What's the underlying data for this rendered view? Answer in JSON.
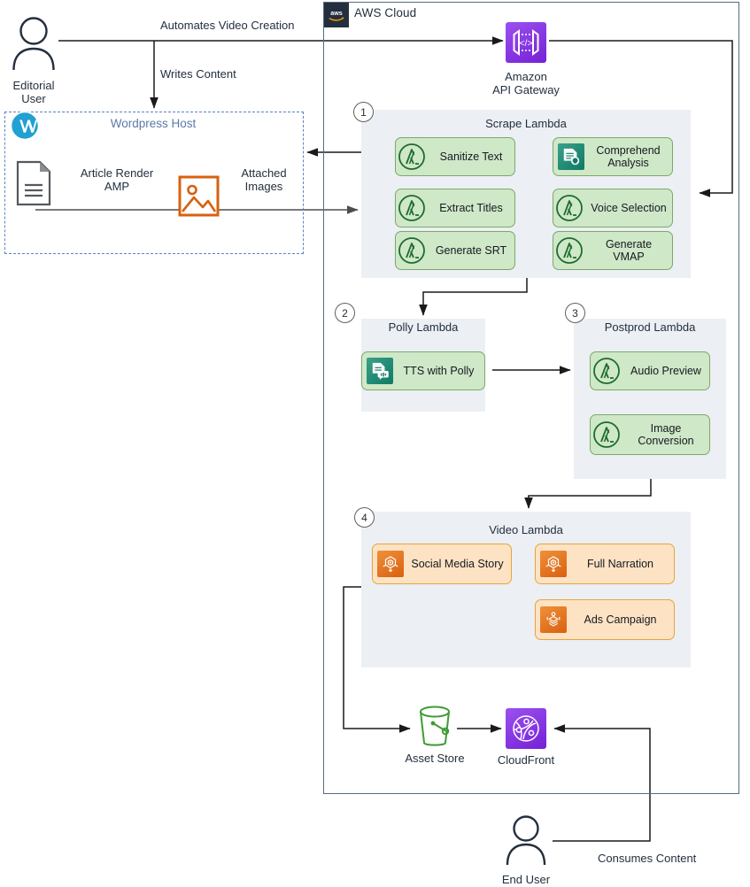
{
  "diagram": {
    "title": "AWS Cloud",
    "cloud_label": "AWS Cloud",
    "aws_badge": "aws-logo"
  },
  "actors": {
    "editorial_user": {
      "label": "Editorial User",
      "icon": "user-icon"
    },
    "end_user": {
      "label": "End User",
      "icon": "user-icon"
    }
  },
  "edge_labels": {
    "automates": "Automates Video Creation",
    "writes": "Writes Content",
    "consumes": "Consumes Content"
  },
  "wordpress": {
    "title": "Wordpress Host",
    "logo": "wordpress-icon",
    "items": [
      {
        "label": "Article Render\nAMP",
        "line1": "Article Render",
        "line2": "AMP",
        "icon": "document-icon"
      },
      {
        "label": "Attached\nImages",
        "line1": "Attached",
        "line2": "Images",
        "icon": "image-icon"
      }
    ]
  },
  "services": {
    "api_gateway": {
      "line1": "Amazon",
      "line2": "API Gateway",
      "icon": "api-gateway-icon",
      "color": "#8c3ae8"
    },
    "asset_store": {
      "label": "Asset Store",
      "icon": "s3-bucket-icon",
      "color": "#3f9c35"
    },
    "cloudfront": {
      "label": "CloudFront",
      "icon": "cloudfront-icon",
      "color": "#8c3ae8"
    }
  },
  "groups": [
    {
      "step": "1",
      "title": "Scrape Lambda",
      "items": [
        {
          "label": "Sanitize Text",
          "icon": "lambda-icon",
          "style": "green-circle"
        },
        {
          "label": "Comprehend\nAnalysis",
          "line1": "Comprehend",
          "line2": "Analysis",
          "icon": "comprehend-icon",
          "style": "teal-square"
        },
        {
          "label": "Extract Titles",
          "icon": "lambda-icon",
          "style": "green-circle"
        },
        {
          "label": "Voice Selection",
          "icon": "lambda-icon",
          "style": "green-circle"
        },
        {
          "label": "Generate SRT",
          "icon": "lambda-icon",
          "style": "green-circle"
        },
        {
          "label": "Generate VMAP",
          "icon": "lambda-icon",
          "style": "green-circle"
        }
      ]
    },
    {
      "step": "2",
      "title": "Polly Lambda",
      "items": [
        {
          "label": "TTS with Polly",
          "icon": "polly-icon",
          "style": "teal-square"
        }
      ]
    },
    {
      "step": "3",
      "title": "Postprod Lambda",
      "items": [
        {
          "label": "Audio Preview",
          "icon": "lambda-icon",
          "style": "green-circle"
        },
        {
          "label": "Image\nConversion",
          "line1": "Image",
          "line2": "Conversion",
          "icon": "lambda-icon",
          "style": "green-circle"
        }
      ]
    },
    {
      "step": "4",
      "title": "Video Lambda",
      "items": [
        {
          "label": "Social Media Story",
          "icon": "elemental-mediaconvert-icon",
          "style": "orange-square"
        },
        {
          "label": "Full Narration",
          "icon": "elemental-mediaconvert-icon",
          "style": "orange-square"
        },
        {
          "label": "Ads Campaign",
          "icon": "elemental-mediatailor-icon",
          "style": "orange-square"
        }
      ]
    }
  ],
  "colors": {
    "lambda_green": "#7aaa6a",
    "lambda_fill": "#cfe8c8",
    "media_orange": "#e8a33d",
    "media_fill": "#fde3c4",
    "panel_grey": "#eceff3",
    "aws_navy": "#232f3e",
    "wordpress_blue": "#21a0d2",
    "image_orange": "#d9600f"
  }
}
